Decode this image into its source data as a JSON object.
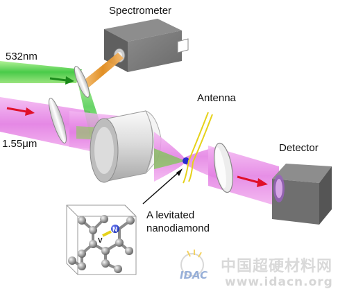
{
  "labels": {
    "spectrometer": "Spectrometer",
    "wavelength_green": "532nm",
    "wavelength_ir": "1.55μm",
    "antenna": "Antenna",
    "detector": "Detector",
    "nanodiamond_line1": "A levitated",
    "nanodiamond_line2": "nanodiamond",
    "nv_n": "N",
    "nv_v": "V"
  },
  "watermark": {
    "logo_text": "IDAC",
    "cn_text": "中国超硬材料网",
    "url": "www.idacn.org"
  },
  "colors": {
    "laser_ir": "#e07ae6",
    "laser_green": "#3ec93e",
    "laser_orange": "#e08a1a",
    "arrow_red": "#e0102a",
    "box_gray": "#6f6f6f",
    "antenna_yellow": "#e6d21a"
  }
}
